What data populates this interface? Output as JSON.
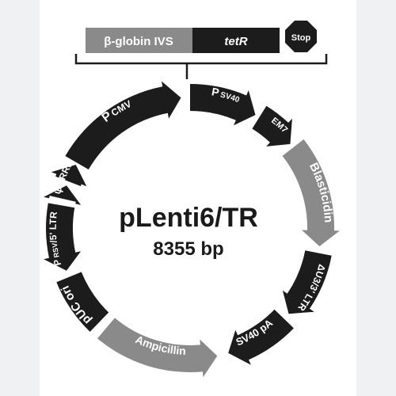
{
  "plasmid": {
    "name": "pLenti6/TR",
    "size": "8355 bp"
  },
  "insert": {
    "beta_globin": "β-globin IVS",
    "tetr": "tetR",
    "stop": "Stop"
  },
  "features": {
    "pcmv": {
      "main": "P",
      "sub": "CMV"
    },
    "psv40": {
      "main": "P",
      "sub": "SV40"
    },
    "em7": "EM7",
    "blasticidin": "Blasticidin",
    "ltr3": "ΔU3/3' LTR",
    "sv40pa": "SV40 pA",
    "ampicillin": "Ampicillin",
    "puc": "pUC ori",
    "prsv_ltr": {
      "main": "P",
      "sub": "RSV",
      "rest": "/5' LTR"
    },
    "psi": "ψ",
    "rre": "RRE"
  },
  "colors": {
    "dark": "#1c1c1c",
    "gray": "#8a8a8a",
    "text_on_dark": "#ffffff"
  }
}
